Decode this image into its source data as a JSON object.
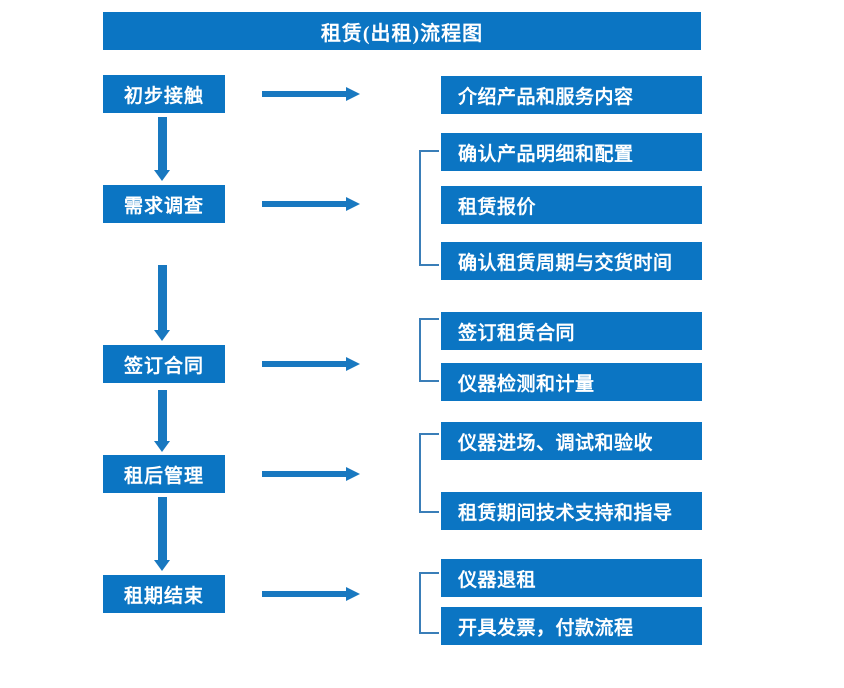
{
  "diagram": {
    "title": "租赁(出租)流程图",
    "colors": {
      "box_blue": "#0B75C3",
      "arrow_blue": "#1878C0",
      "bracket_blue": "#3A7EB8",
      "text_white": "#FFFFFF",
      "background": "#FFFFFF"
    },
    "stages": [
      {
        "label": "初步接触"
      },
      {
        "label": "需求调查"
      },
      {
        "label": "签订合同"
      },
      {
        "label": "租后管理"
      },
      {
        "label": "租期结束"
      }
    ],
    "details": [
      {
        "label": "介绍产品和服务内容"
      },
      {
        "label": "确认产品明细和配置"
      },
      {
        "label": "租赁报价"
      },
      {
        "label": "确认租赁周期与交货时间"
      },
      {
        "label": "签订租赁合同"
      },
      {
        "label": "仪器检测和计量"
      },
      {
        "label": "仪器进场、调试和验收"
      },
      {
        "label": "租赁期间技术支持和指导"
      },
      {
        "label": "仪器退租"
      },
      {
        "label": "开具发票，付款流程"
      }
    ]
  }
}
